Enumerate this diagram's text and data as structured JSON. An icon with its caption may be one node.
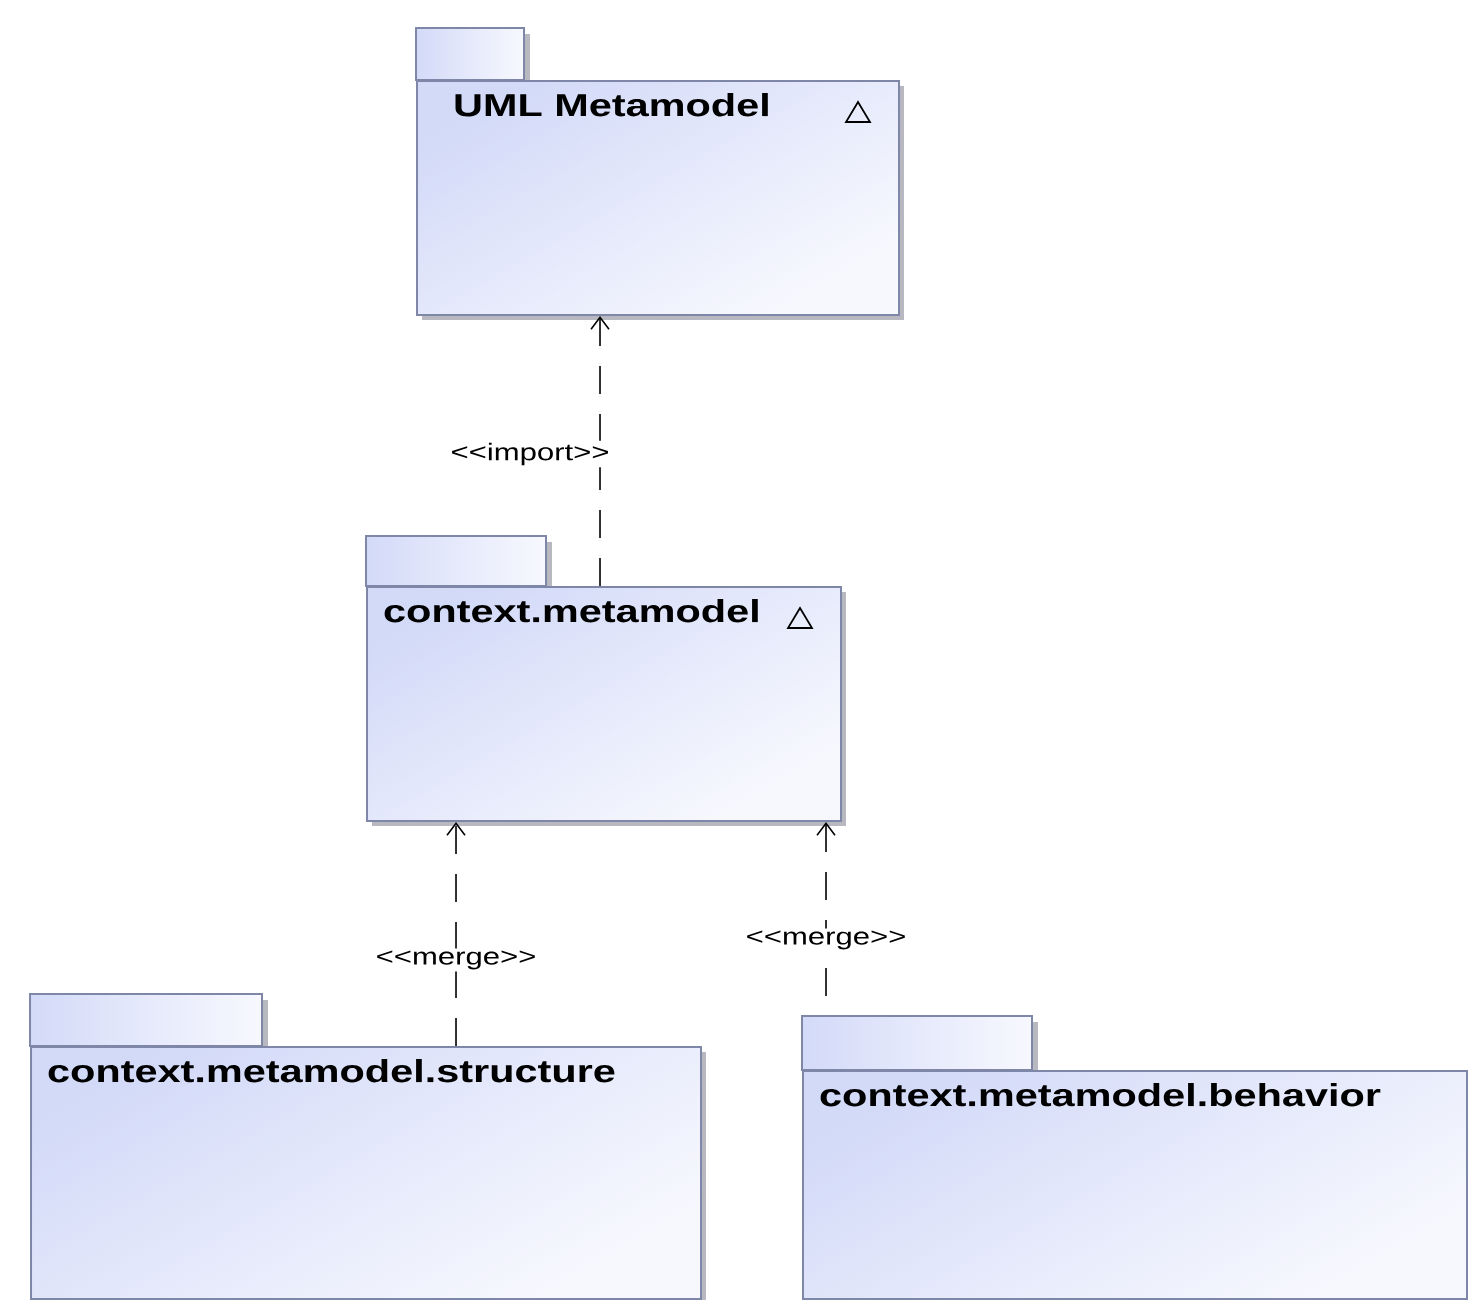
{
  "diagram": {
    "nodes": [
      {
        "text": [
          "UML Metamodel"
        ]
      },
      {
        "text": [
          "context.metamodel"
        ]
      },
      {
        "text": [
          "context.metamodel.structure"
        ]
      },
      {
        "text": [
          "context.metamodel.behavior"
        ]
      }
    ],
    "edges": [
      {
        "from": 1,
        "to": 0,
        "arrow": "to",
        "style": "dashed",
        "label": "<<import>>"
      },
      {
        "from": 2,
        "to": 1,
        "arrow": "to",
        "style": "dashed",
        "label": "<<merge>>"
      },
      {
        "from": 3,
        "to": 1,
        "arrow": "to",
        "style": "dashed",
        "label": "<<merge>>"
      }
    ]
  }
}
